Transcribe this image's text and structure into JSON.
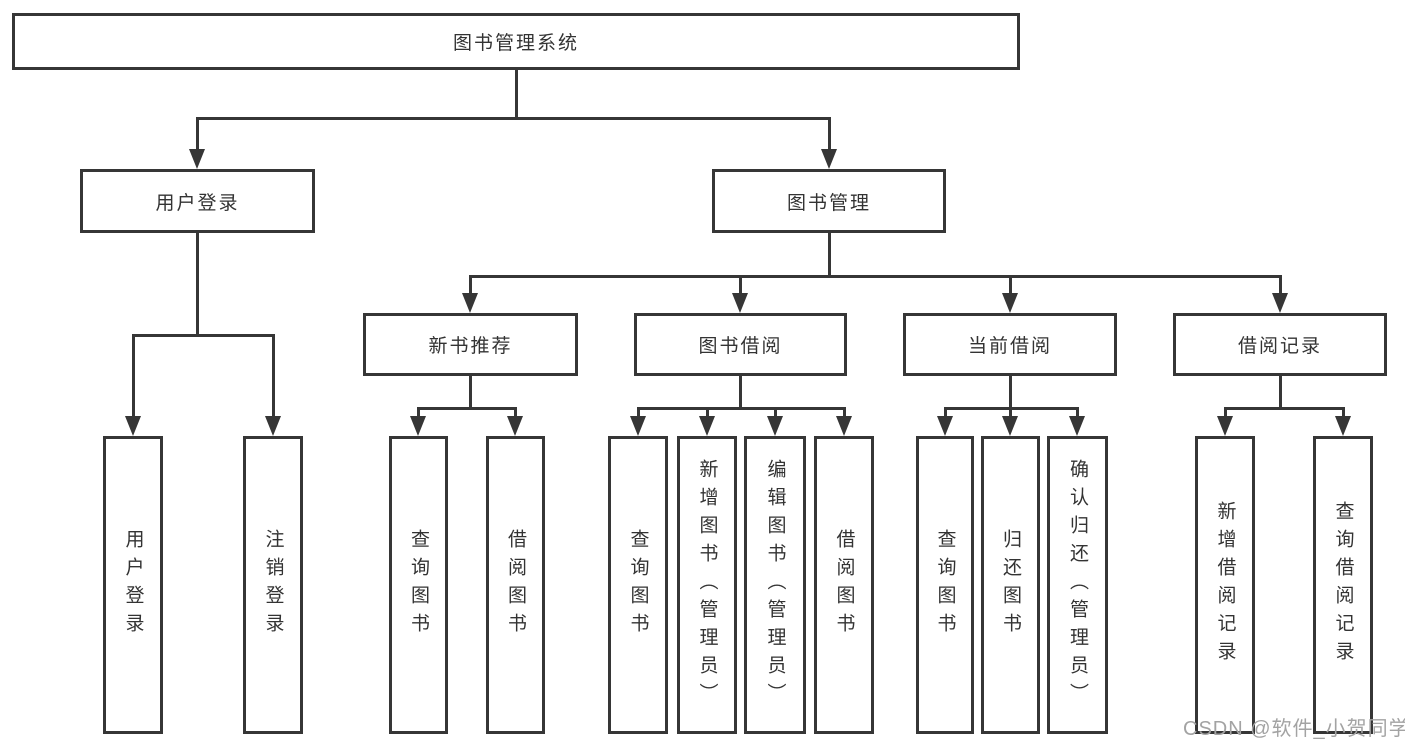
{
  "diagram": {
    "root": {
      "label": "图书管理系统"
    },
    "level2": [
      {
        "label": "用户登录"
      },
      {
        "label": "图书管理"
      }
    ],
    "level3": [
      {
        "label": "新书推荐"
      },
      {
        "label": "图书借阅"
      },
      {
        "label": "当前借阅"
      },
      {
        "label": "借阅记录"
      }
    ],
    "leaves": {
      "user": [
        "用户登录",
        "注销登录"
      ],
      "recommend": [
        "查询图书",
        "借阅图书"
      ],
      "borrow": [
        "查询图书",
        "新增图书（管理员）",
        "编辑图书（管理员）",
        "借阅图书"
      ],
      "current": [
        "查询图书",
        "归还图书",
        "确认归还（管理员）"
      ],
      "records": [
        "新增借阅记录",
        "查询借阅记录"
      ]
    }
  },
  "watermark": {
    "text": "CSDN @软件_小贺同学"
  },
  "colors": {
    "line": "#363636",
    "text": "#333333",
    "watermark": "#a3a3a3",
    "bg": "#ffffff"
  }
}
